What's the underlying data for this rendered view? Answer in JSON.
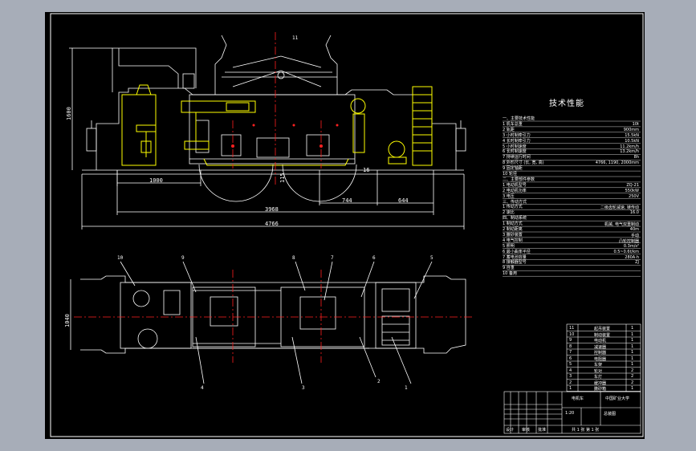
{
  "colors": {
    "window_bg": "#a7adb8",
    "sheet_bg": "#000000",
    "line_white": "#ffffff",
    "line_yellow": "#ffff00",
    "center_red": "#ff2020"
  },
  "specs": {
    "title": "技术性能",
    "lines": [
      "一、主要技术性能",
      "1  机车总重",
      "2  轨距",
      "3  小时制牵引力",
      "4  长时制牵引力",
      "5  小时制速度",
      "6  长时制速度",
      "7  持续运行时间",
      "8  外形尺寸 (长, 宽, 高)",
      "9  固定轴距",
      "10 轮径",
      "二、主要部件参数",
      "1  电动机型号",
      "2  电动机功率",
      "3  电压",
      "三、传动方式",
      "1  传动方式",
      "2  速比",
      "四、制动系统",
      "1  制动方式",
      "2  制动距离",
      "3  撒砂装置",
      "4  电气控制",
      "5  照明",
      "6  最小曲率半径",
      "7  蓄电池容量",
      "8  接触器型号",
      "9  自重",
      "10 备用"
    ],
    "values": [
      {
        "row": 1,
        "text": "10t"
      },
      {
        "row": 2,
        "text": "900mm"
      },
      {
        "row": 3,
        "text": "15.5kN"
      },
      {
        "row": 4,
        "text": "10.5kN"
      },
      {
        "row": 5,
        "text": "11.2km/h"
      },
      {
        "row": 6,
        "text": "13.2km/h"
      },
      {
        "row": 7,
        "text": "8h"
      },
      {
        "row": 8,
        "text": "4766, 1190, 2000mm"
      },
      {
        "row": 12,
        "text": "ZQ-21"
      },
      {
        "row": 13,
        "text": "550kW"
      },
      {
        "row": 14,
        "text": "250V"
      },
      {
        "row": 16,
        "text": "二级齿轮减速, 链传动"
      },
      {
        "row": 17,
        "text": "16.0"
      },
      {
        "row": 19,
        "text": "机械, 电气双重制动"
      },
      {
        "row": 20,
        "text": "40m"
      },
      {
        "row": 21,
        "text": "手动"
      },
      {
        "row": 22,
        "text": "凸轮控制器"
      },
      {
        "row": 23,
        "text": "0.3m/s²"
      },
      {
        "row": 24,
        "text": "0.5~0.6t/km"
      },
      {
        "row": 25,
        "text": "280A·h"
      },
      {
        "row": 26,
        "text": "ZJ"
      }
    ]
  },
  "dimensions": {
    "d1000": "1000",
    "d3968": "3968",
    "d4766": "4766",
    "d744": "744",
    "d644": "644",
    "d16": "16",
    "d1600": "1600",
    "d1040": "1040",
    "d115": "115"
  },
  "callouts": [
    "1",
    "2",
    "3",
    "4",
    "5",
    "6",
    "7",
    "8",
    "9",
    "10",
    "11"
  ],
  "parts_table": [
    {
      "no": "11",
      "name": "起吊装置",
      "qty": "1"
    },
    {
      "no": "10",
      "name": "制动装置",
      "qty": "1"
    },
    {
      "no": "9",
      "name": "电动机",
      "qty": "1"
    },
    {
      "no": "8",
      "name": "减速器",
      "qty": "1"
    },
    {
      "no": "7",
      "name": "控制器",
      "qty": "1"
    },
    {
      "no": "6",
      "name": "电阻器",
      "qty": "1"
    },
    {
      "no": "5",
      "name": "车架",
      "qty": "1"
    },
    {
      "no": "4",
      "name": "轮对",
      "qty": "2"
    },
    {
      "no": "3",
      "name": "车灯",
      "qty": "2"
    },
    {
      "no": "2",
      "name": "缓冲器",
      "qty": "2"
    },
    {
      "no": "1",
      "name": "撒砂箱",
      "qty": "1"
    }
  ],
  "title_block": {
    "product": "电机车",
    "school": "中国矿业大学",
    "drawing": "总装图",
    "scale": "1:20",
    "drawn": "设计",
    "checked": "审核",
    "approved": "批准",
    "sheet": "共 1 张 第 1 张"
  }
}
